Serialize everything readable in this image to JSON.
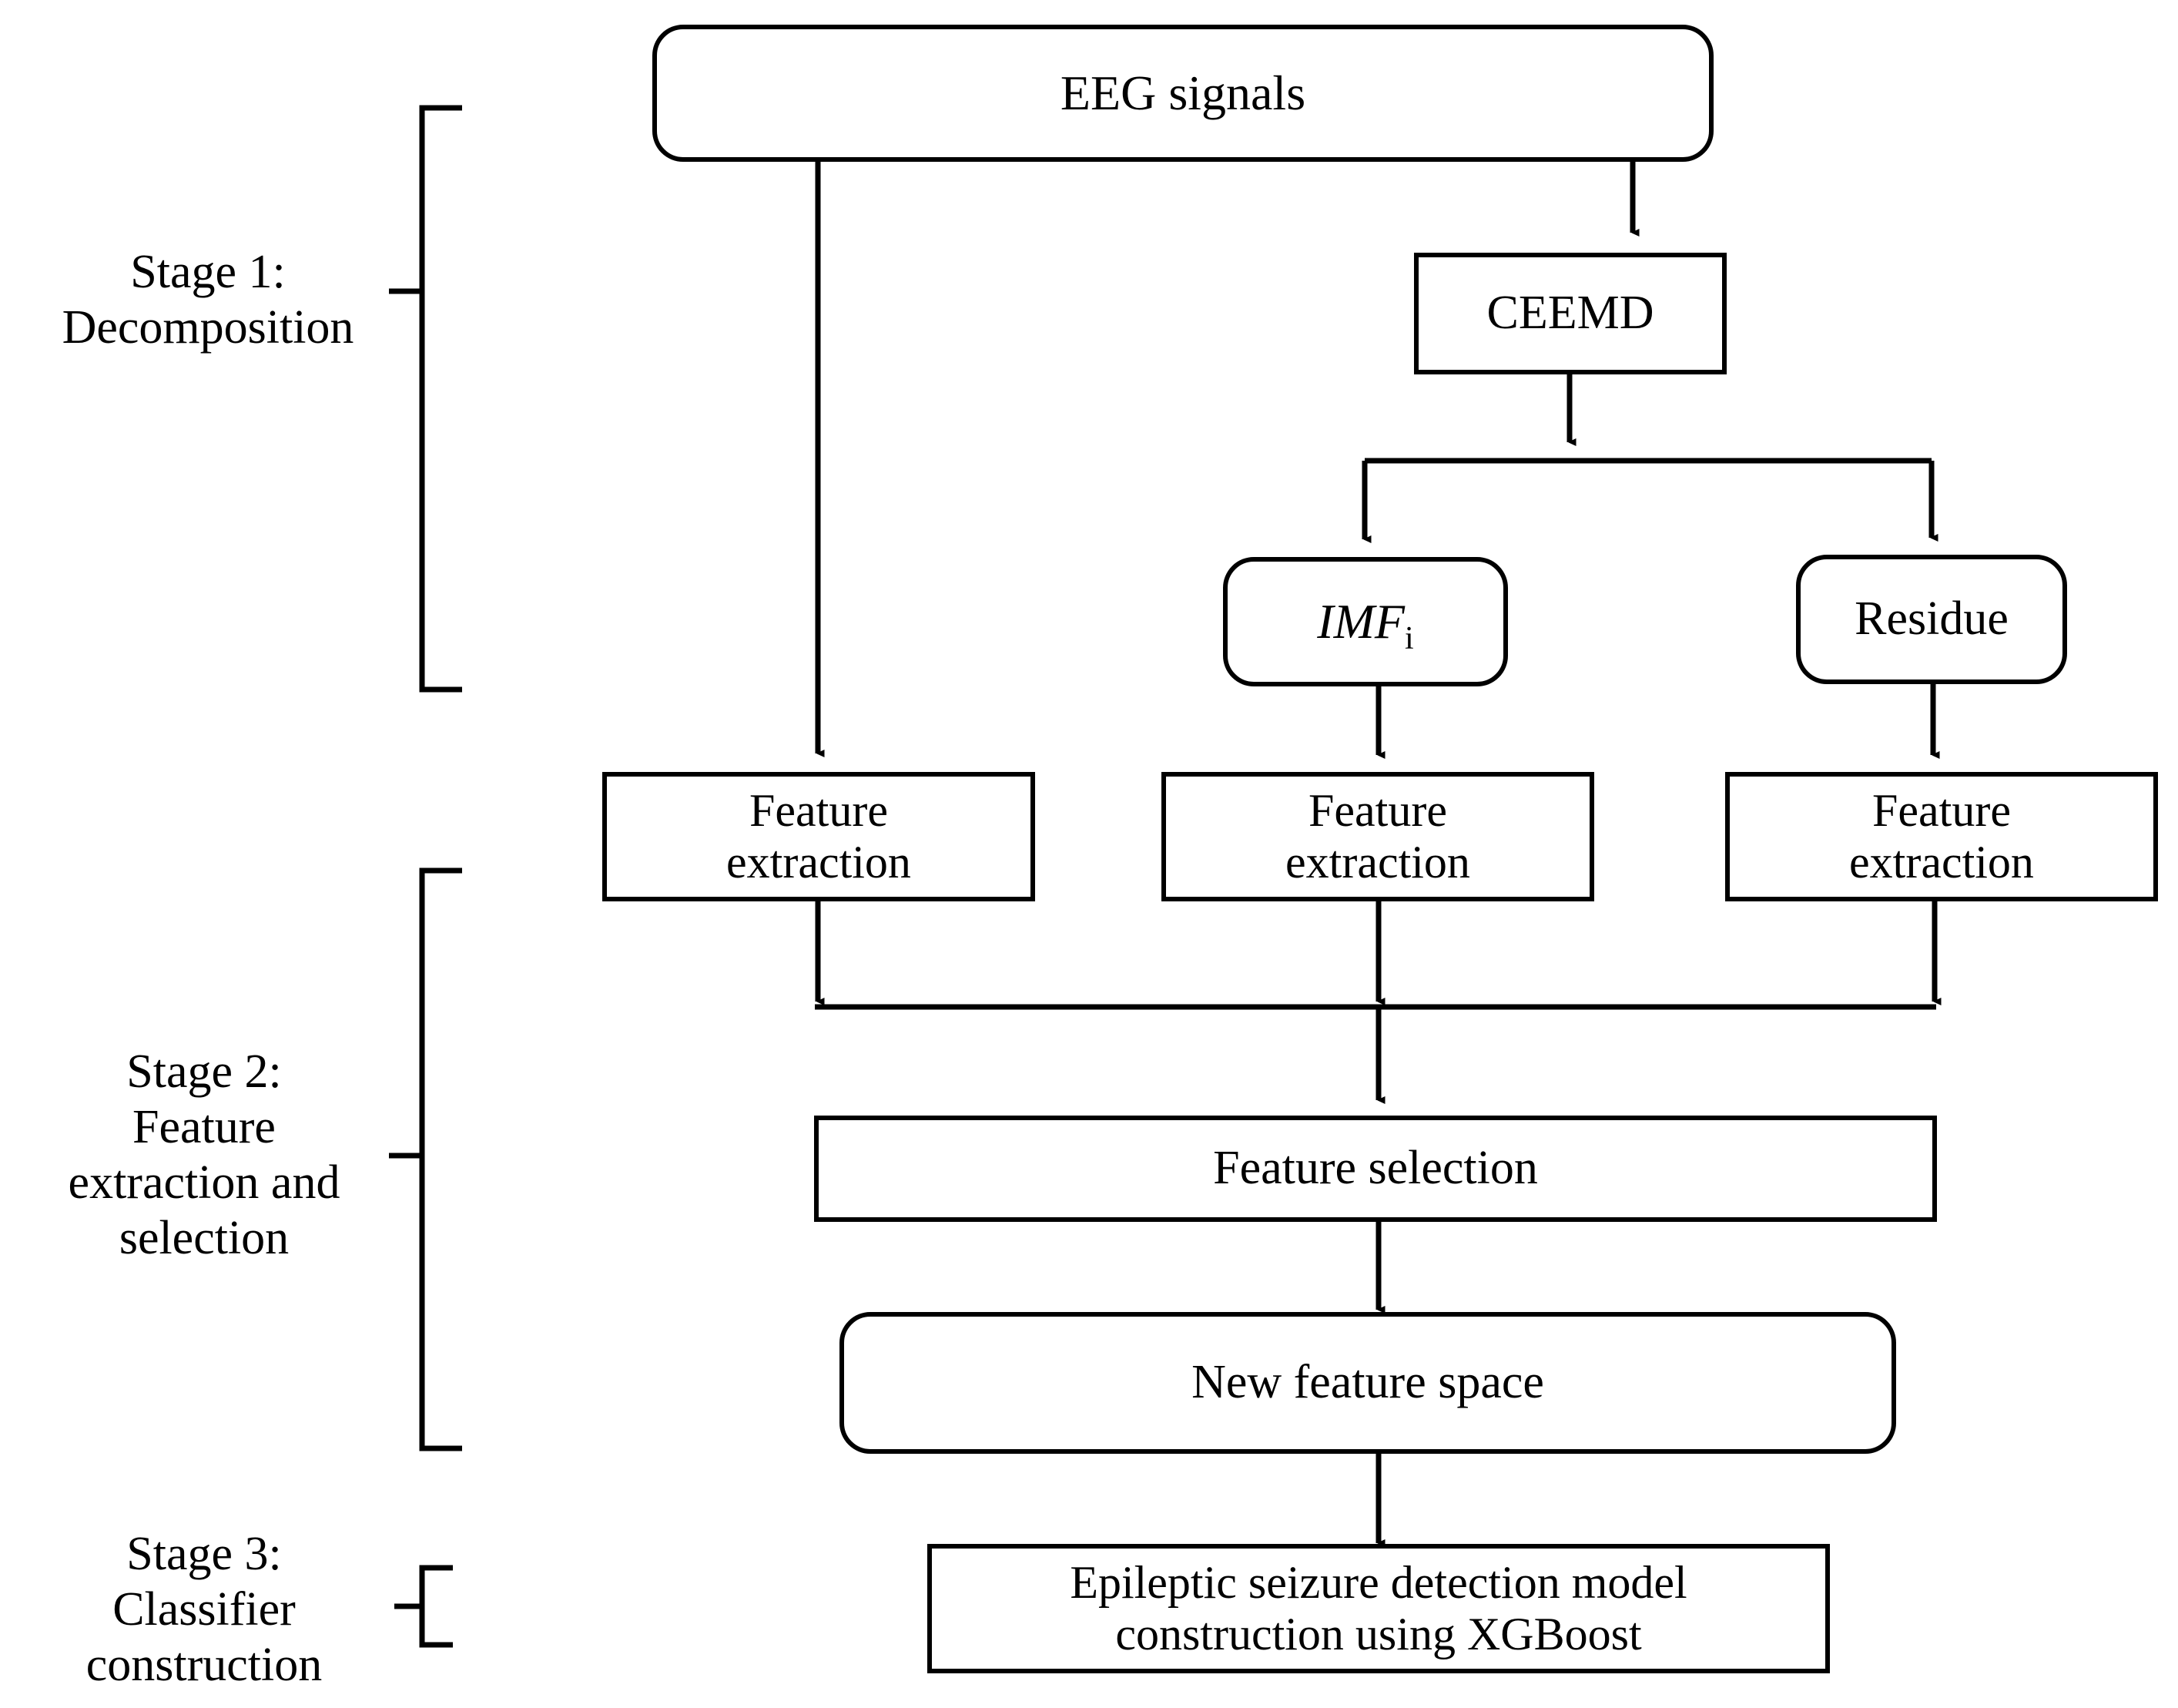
{
  "diagram": {
    "title": "Three-stage EEG epileptic seizure detection framework",
    "line_color": "#000000",
    "background_color": "#ffffff",
    "stages": [
      {
        "id": "stage1",
        "lines": [
          "Stage 1:",
          "Decomposition"
        ]
      },
      {
        "id": "stage2",
        "lines": [
          "Stage 2:",
          "Feature",
          "extraction and",
          "selection"
        ]
      },
      {
        "id": "stage3",
        "lines": [
          "Stage 3:",
          "Classifier",
          "construction"
        ]
      }
    ],
    "nodes": {
      "eeg_signals": {
        "label": "EEG signals",
        "shape": "rounded-rectangle"
      },
      "ceemd": {
        "label": "CEEMD",
        "shape": "rectangle"
      },
      "imf": {
        "label": "IMF",
        "subscript": "i",
        "shape": "rounded-rectangle"
      },
      "residue": {
        "label": "Residue",
        "shape": "rounded-rectangle"
      },
      "feature_extraction_left": {
        "line1": "Feature",
        "line2": "extraction",
        "shape": "rectangle"
      },
      "feature_extraction_middle": {
        "line1": "Feature",
        "line2": "extraction",
        "shape": "rectangle"
      },
      "feature_extraction_right": {
        "line1": "Feature",
        "line2": "extraction",
        "shape": "rectangle"
      },
      "feature_selection": {
        "label": "Feature selection",
        "shape": "rectangle"
      },
      "new_feature_space": {
        "label": "New feature space",
        "shape": "rounded-rectangle"
      },
      "detection_model": {
        "line1": "Epileptic seizure detection model",
        "line2": "construction  using XGBoost",
        "shape": "rectangle"
      }
    }
  }
}
